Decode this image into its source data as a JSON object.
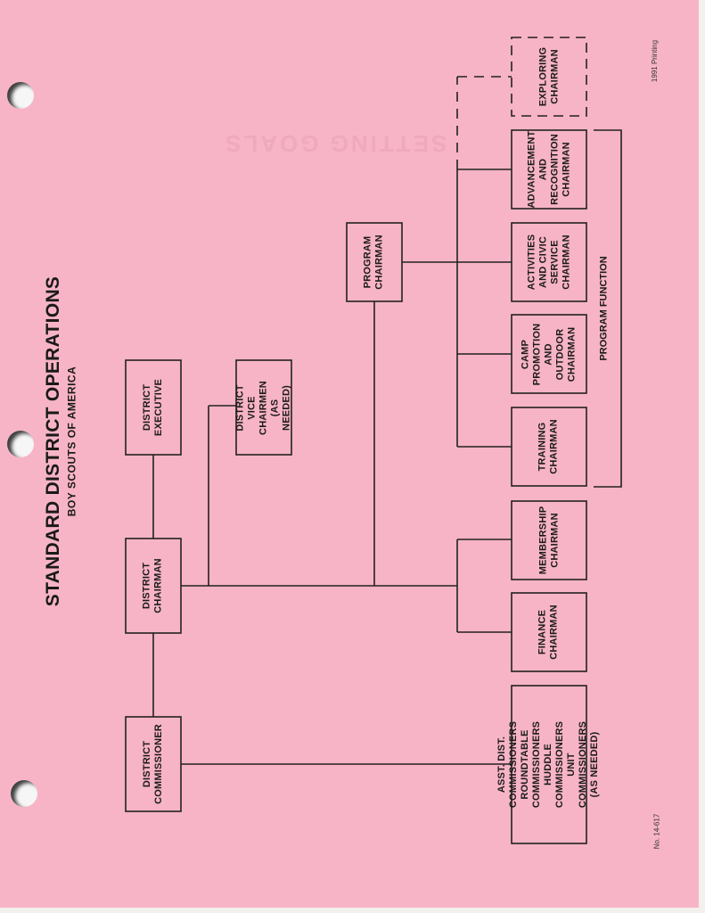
{
  "header": {
    "title": "STANDARD DISTRICT OPERATIONS",
    "subtitle": "BOY SCOUTS OF AMERICA"
  },
  "boxes": {
    "district_commissioner": "DISTRICT\nCOMMISSIONER",
    "district_chairman": "DISTRICT\nCHAIRMAN",
    "district_executive": "DISTRICT\nEXECUTIVE",
    "district_vice_chairmen": "DISTRICT\nVICE CHAIRMEN\n(AS NEEDED)",
    "program_chairman": "PROGRAM\nCHAIRMAN",
    "assistant_commissioners": "ASST. DIST. COMMISSIONERS\nROUNDTABLE COMMISSIONERS\nHUDDLE COMMISSIONERS\nUNIT COMMISSIONERS\n(AS NEEDED)",
    "finance_chairman": "FINANCE\nCHAIRMAN",
    "membership_chairman": "MEMBERSHIP\nCHAIRMAN",
    "training_chairman": "TRAINING\nCHAIRMAN",
    "camp_promotion_chairman": "CAMP\nPROMOTION\nAND OUTDOOR\nCHAIRMAN",
    "activities_civic_chairman": "ACTIVITIES\nAND CIVIC\nSERVICE\nCHAIRMAN",
    "advancement_recognition_chairman": "ADVANCEMENT\nAND\nRECOGNITION\nCHAIRMAN",
    "exploring_chairman": "EXPLORING\nCHAIRMAN"
  },
  "program_function_label": "PROGRAM FUNCTION",
  "footer": {
    "printing": "1991 Printing",
    "form_number": "No. 14-617"
  },
  "colors": {
    "paper": "#f7b4c6",
    "ink": "#222222"
  }
}
